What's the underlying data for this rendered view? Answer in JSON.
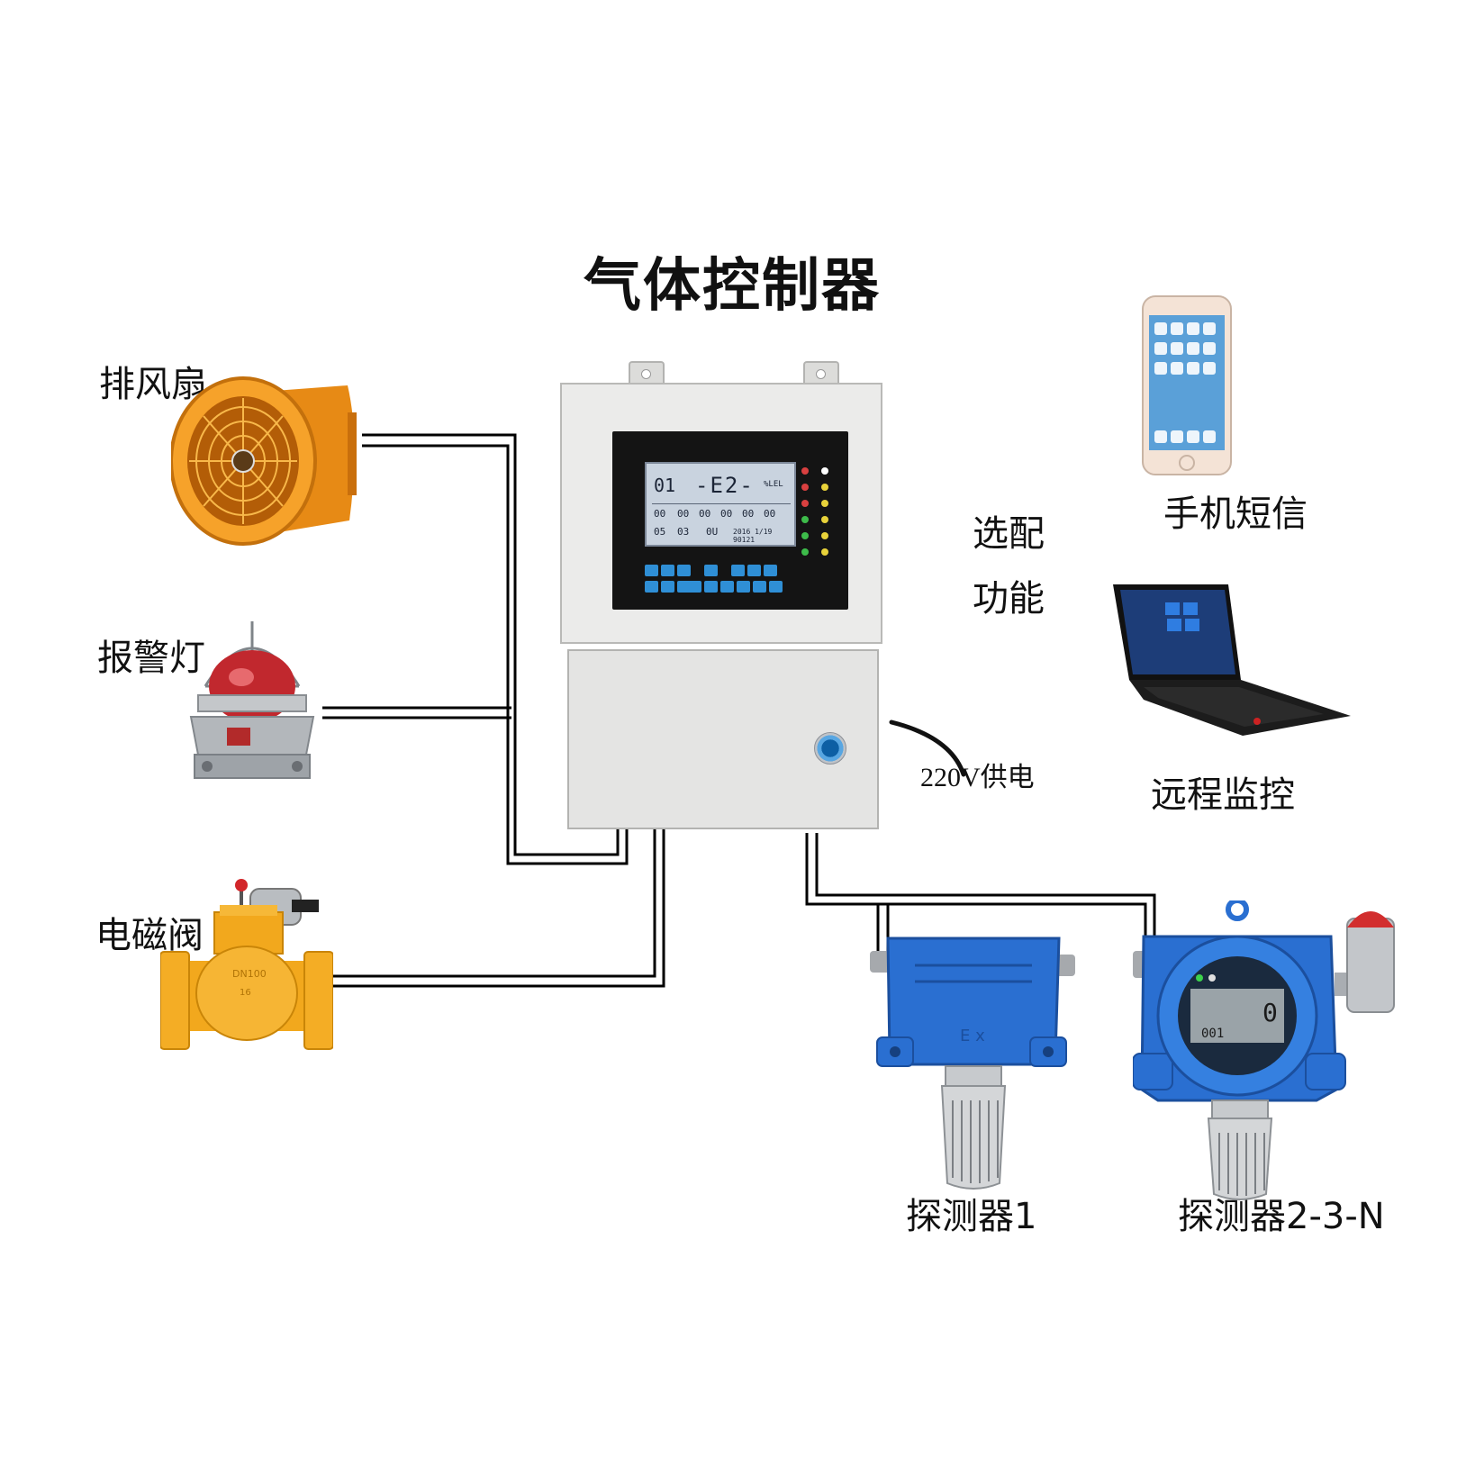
{
  "title": "气体控制器",
  "devices": {
    "fan": "排风扇",
    "alarm_light": "报警灯",
    "solenoid_valve": "电磁阀",
    "detector_1": "探测器1",
    "detector_n": "探测器2-3-N",
    "sms": "手机短信",
    "remote_monitor": "远程监控"
  },
  "optional": {
    "line1": "选配",
    "line2": "功能"
  },
  "power": "220V供电",
  "controller_display": {
    "channel": "01",
    "code": "-E2-",
    "unit": "%LEL"
  },
  "detector_display": {
    "reading": "0",
    "address": "001"
  },
  "valve_marking": {
    "size": "DN100",
    "pressure": "16"
  },
  "colors": {
    "fan": "#f39a1e",
    "detector": "#2a6fd1",
    "valve": "#f2a81d",
    "wire": "#000000"
  }
}
